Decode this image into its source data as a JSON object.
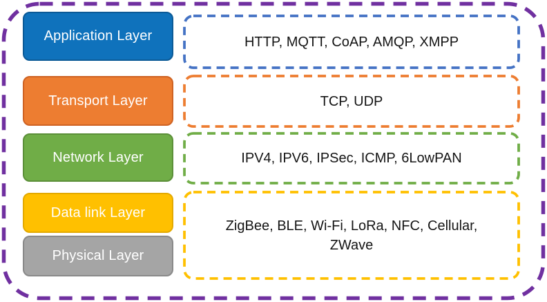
{
  "diagram": {
    "kind": "iot-protocol-stack",
    "layers": [
      {
        "label": "Application Layer",
        "fill": "#0F72BC"
      },
      {
        "label": "Transport Layer",
        "fill": "#ED7D31"
      },
      {
        "label": "Network Layer",
        "fill": "#70AD47"
      },
      {
        "label": "Data link Layer",
        "fill": "#FFC000"
      },
      {
        "label": "Physical Layer",
        "fill": "#A5A5A5"
      }
    ],
    "protocol_boxes": [
      {
        "text": "HTTP, MQTT, CoAP, AMQP, XMPP",
        "border_color": "#4472C4"
      },
      {
        "text": "TCP, UDP",
        "border_color": "#ED7D31"
      },
      {
        "text": "IPV4, IPV6, IPSec, ICMP, 6LowPAN",
        "border_color": "#70AD47"
      },
      {
        "text": "ZigBee, BLE, Wi-Fi, LoRa, NFC, Cellular, ZWave",
        "border_color": "#FFC000"
      }
    ],
    "outer_border_color": "#7030A0"
  }
}
